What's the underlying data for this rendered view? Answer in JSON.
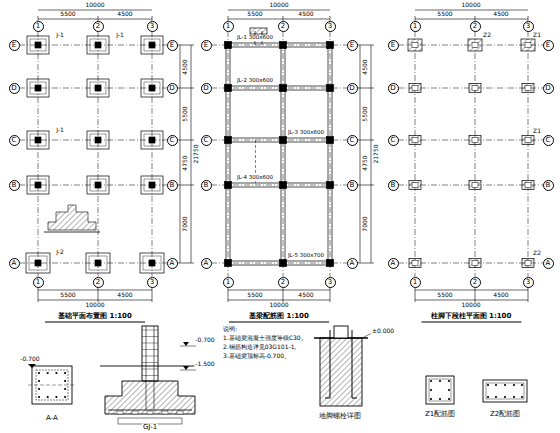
{
  "diagram": {
    "nodes": [
      {
        "text": [
          "1"
        ]
      },
      {
        "text": [
          "2"
        ]
      },
      {
        "text": [
          "3"
        ]
      },
      {
        "text": [
          "E"
        ]
      },
      {
        "text": [
          "D"
        ]
      },
      {
        "text": [
          "C"
        ]
      },
      {
        "text": [
          "B"
        ]
      },
      {
        "text": [
          "A"
        ]
      },
      {
        "text": [
          "E"
        ]
      },
      {
        "text": [
          "D"
        ]
      },
      {
        "text": [
          "C"
        ]
      },
      {
        "text": [
          "B"
        ]
      },
      {
        "text": [
          "A"
        ]
      },
      {
        "text": [
          "1"
        ]
      },
      {
        "text": [
          "2"
        ]
      },
      {
        "text": [
          "3"
        ]
      },
      {
        "text": [
          "1"
        ]
      },
      {
        "text": [
          "2"
        ]
      },
      {
        "text": [
          "3"
        ]
      },
      {
        "text": [
          "E"
        ]
      },
      {
        "text": [
          "D"
        ]
      },
      {
        "text": [
          "C"
        ]
      },
      {
        "text": [
          "B"
        ]
      },
      {
        "text": [
          "A"
        ]
      },
      {
        "text": [
          "E"
        ]
      },
      {
        "text": [
          "D"
        ]
      },
      {
        "text": [
          "C"
        ]
      },
      {
        "text": [
          "B"
        ]
      },
      {
        "text": [
          "A"
        ]
      },
      {
        "text": [
          "1"
        ]
      },
      {
        "text": [
          "2"
        ]
      },
      {
        "text": [
          "3"
        ]
      },
      {
        "text": [
          "1"
        ]
      },
      {
        "text": [
          "2"
        ]
      },
      {
        "text": [
          "3"
        ]
      },
      {
        "text": [
          "E"
        ]
      },
      {
        "text": [
          "D"
        ]
      },
      {
        "text": [
          "C"
        ]
      },
      {
        "text": [
          "B"
        ]
      },
      {
        "text": [
          "A"
        ]
      },
      {
        "text": [
          "E"
        ]
      },
      {
        "text": [
          "D"
        ]
      },
      {
        "text": [
          "C"
        ]
      },
      {
        "text": [
          "B"
        ]
      },
      {
        "text": [
          "A"
        ]
      },
      {
        "text": [
          "1"
        ]
      },
      {
        "text": [
          "2"
        ]
      },
      {
        "text": [
          "3"
        ]
      }
    ],
    "labels": [
      "10000",
      "5500",
      "4500",
      "10000",
      "5500",
      "4500",
      "10000",
      "5500",
      "4500",
      "5500",
      "4500",
      "10000",
      "5500",
      "4500",
      "10000",
      "5500",
      "4500",
      "10000",
      "4500",
      "5500",
      "4750",
      "7000",
      "21750",
      "4500",
      "5500",
      "4750",
      "7000",
      "21750",
      "基础平面布置图 1:100",
      "基梁配筋图 1:100",
      "柱脚下段柱平面图 1:100",
      "说明:",
      "1.基础梁混凝土强度等级C30。",
      "2.钢筋构造详见03G101-1。",
      "3.基础梁顶标高-0.700。",
      "-0.700",
      "-1.500",
      "-0.700",
      "A-A",
      "GJ-1",
      "地脚螺栓详图",
      "±0.000",
      "Z1配筋图",
      "Z2配筋图",
      "JL-1 300x600",
      "JL-2 300x600",
      "JL-3 300x600",
      "JL-4 300x600",
      "JL-5 300x700",
      "J-1",
      "J-1",
      "J-1",
      "J-2",
      "Z1",
      "Z1",
      "Z2",
      "Z2"
    ]
  }
}
